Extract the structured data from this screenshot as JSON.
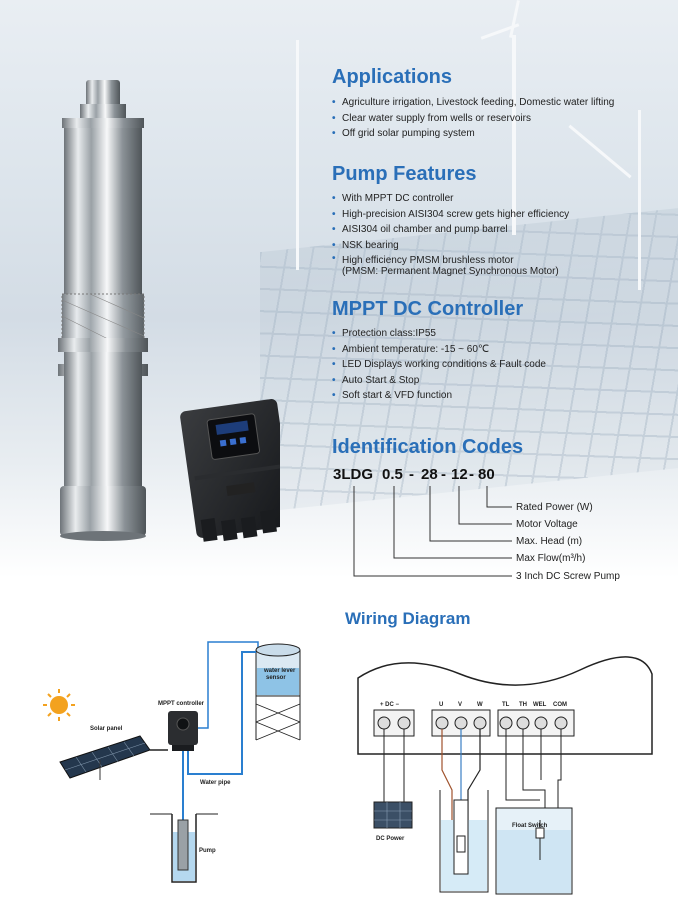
{
  "applications": {
    "title": "Applications",
    "items": [
      "Agriculture irrigation, Livestock feeding, Domestic water lifting",
      "Clear water supply from wells or reservoirs",
      "Off grid solar pumping system"
    ]
  },
  "features": {
    "title": "Pump Features",
    "items": [
      "With MPPT DC controller",
      "High-precision AISI304 screw gets higher efficiency",
      "AISI304 oil chamber and pump barrel",
      "NSK bearing"
    ],
    "last_item_line1": "High efficiency PMSM brushless motor",
    "last_item_line2": "(PMSM: Permanent Magnet Synchronous Motor)"
  },
  "controller": {
    "title": "MPPT DC Controller",
    "items": [
      "Protection class:IP55",
      "Ambient temperature: -15 ~ 60℃",
      "LED Displays working conditions & Fault code",
      "Auto Start & Stop",
      "Soft start & VFD function"
    ]
  },
  "identification": {
    "title": "Identification Codes",
    "code_parts": [
      "3LDG",
      "0.5",
      "-",
      "28",
      "-",
      "12",
      "-",
      "80"
    ],
    "labels": [
      "Rated Power (W)",
      "Motor Voltage",
      "Max. Head (m)",
      "Max Flow(m³/h)",
      "3 Inch DC Screw Pump"
    ]
  },
  "wiring": {
    "title": "Wiring Diagram",
    "left_labels": {
      "controller": "MPPT controller",
      "solar": "Solar panel",
      "sensor_line1": "water lever",
      "sensor_line2": "sensor",
      "pipe": "Water pipe",
      "pump": "Pump"
    },
    "right_labels": {
      "dc": "+ DC −",
      "u": "U",
      "v": "V",
      "w": "W",
      "tl": "TL",
      "th": "TH",
      "wel": "WEL",
      "com": "COM",
      "dc_power": "DC Power",
      "float_switch": "Float Switch"
    }
  },
  "colors": {
    "accent": "#2a6fb8",
    "water": "#6fb6e0",
    "wire_brown": "#a0522d",
    "wire_blue": "#3a7fc4"
  }
}
